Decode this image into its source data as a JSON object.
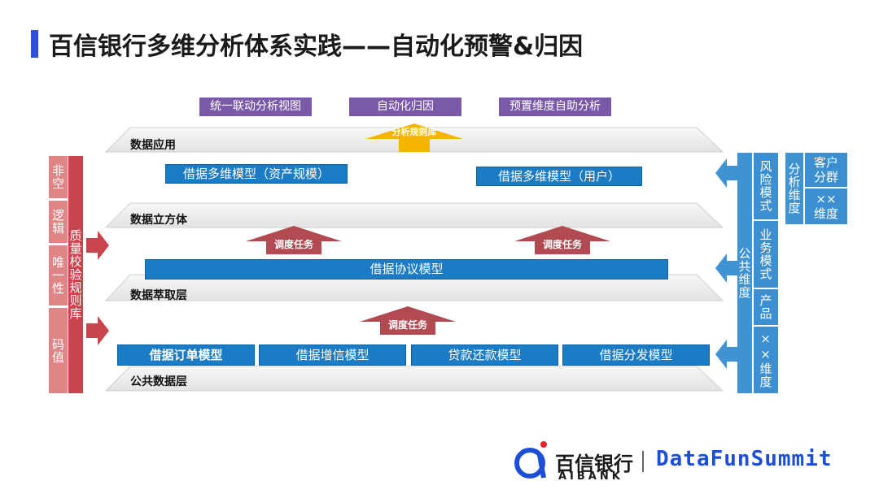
{
  "title": "百信银行多维分析体系实践——自动化预警&归因",
  "top_tags": [
    "统一联动分析视图",
    "自动化归因",
    "预置维度自助分析"
  ],
  "yellow_arrow_label": "分析规则库",
  "planes": {
    "app": "数据应用",
    "cube": "数据立方体",
    "extract": "数据萃取层",
    "public": "公共数据层"
  },
  "cube_models": [
    "借据多维模型（资产规模）",
    "借据多维模型（用户）"
  ],
  "protocol_model": "借据协议模型",
  "public_models": [
    "借据订单模型",
    "借据增信模型",
    "贷款还款模型",
    "借据分发模型"
  ],
  "task_labels": [
    "调度任务",
    "调度任务",
    "调度任务"
  ],
  "left_panel": {
    "cells": [
      "非空",
      "逻辑",
      "唯一性",
      "码值"
    ],
    "side": "质量校验规则库"
  },
  "right_panel": {
    "side": "公共维度",
    "cells": [
      "风险模式",
      "业务模式",
      "产品",
      "××维度"
    ]
  },
  "analysis_dim": {
    "side": "分析维度",
    "cells": [
      "客户分群",
      "××维度"
    ]
  },
  "footer": {
    "brand_cn": "百信银行",
    "brand_en": "AIBANK",
    "separator": "|",
    "summit": "DataFunSummit"
  },
  "colors": {
    "title_accent": "#2e4fd8",
    "purple_tag": "#7a5aa8",
    "model_blue": "#1b7bc4",
    "task_arrow": "#b24a52",
    "yellow_arrow": "#f5b400",
    "left_light": "#e08585",
    "left_dark": "#c9454d",
    "right_blue": "#3f93d2"
  },
  "icons": [
    "arrow-right-icon",
    "arrow-left-icon",
    "arrow-up-icon",
    "aibank-logo-icon"
  ]
}
